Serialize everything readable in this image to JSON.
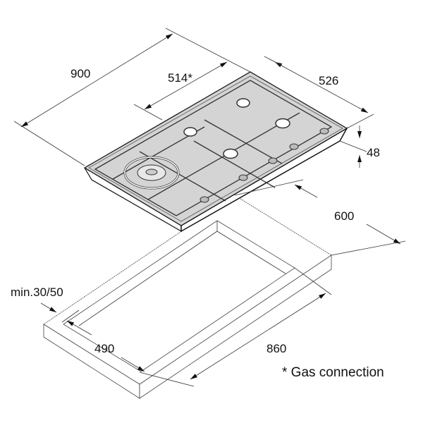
{
  "title": "Gas hob installation dimensions",
  "dimensions": {
    "width": "900",
    "gas_connection_offset": "514*",
    "depth": "526",
    "height": "48",
    "cabinet_depth": "600",
    "min_clearance": "min.30/50",
    "cutout_depth": "490",
    "cutout_width": "860"
  },
  "footnote": "* Gas connection",
  "colors": {
    "hob_surface": "#d4d4d4",
    "line": "#222222"
  }
}
